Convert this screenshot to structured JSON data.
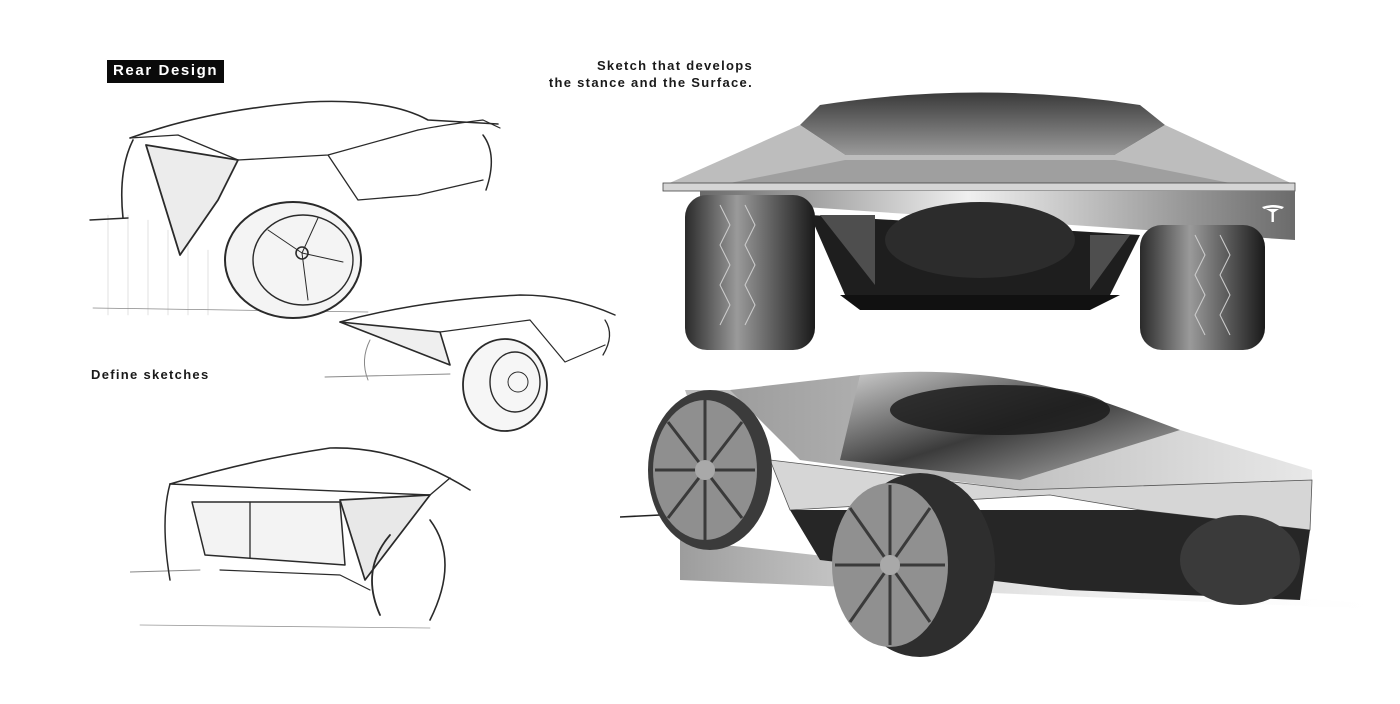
{
  "board": {
    "title": "Rear Design",
    "caption_line1": "Sketch that develops",
    "caption_line2": "the stance and the Surface.",
    "section_label": "Define sketches"
  },
  "sketches": [
    {
      "name": "pencil-sketch-rear-three-quarter-large",
      "style": "pencil line"
    },
    {
      "name": "pencil-sketch-rear-three-quarter-small",
      "style": "pencil line"
    },
    {
      "name": "pencil-sketch-rear-low",
      "style": "pencil line"
    },
    {
      "name": "rendered-sketch-rear-view",
      "style": "grayscale marker render",
      "badge": "tesla-logo"
    },
    {
      "name": "rendered-sketch-rear-three-quarter",
      "style": "grayscale marker render"
    }
  ],
  "colors": {
    "background": "#ffffff",
    "title_bg": "#0a0a0a",
    "title_text": "#ffffff",
    "text": "#1a1a1a",
    "pencil": "#2a2a2a",
    "render_dark": "#1e1e1e",
    "render_mid": "#7a7a7a",
    "render_light": "#d8d8d8"
  }
}
